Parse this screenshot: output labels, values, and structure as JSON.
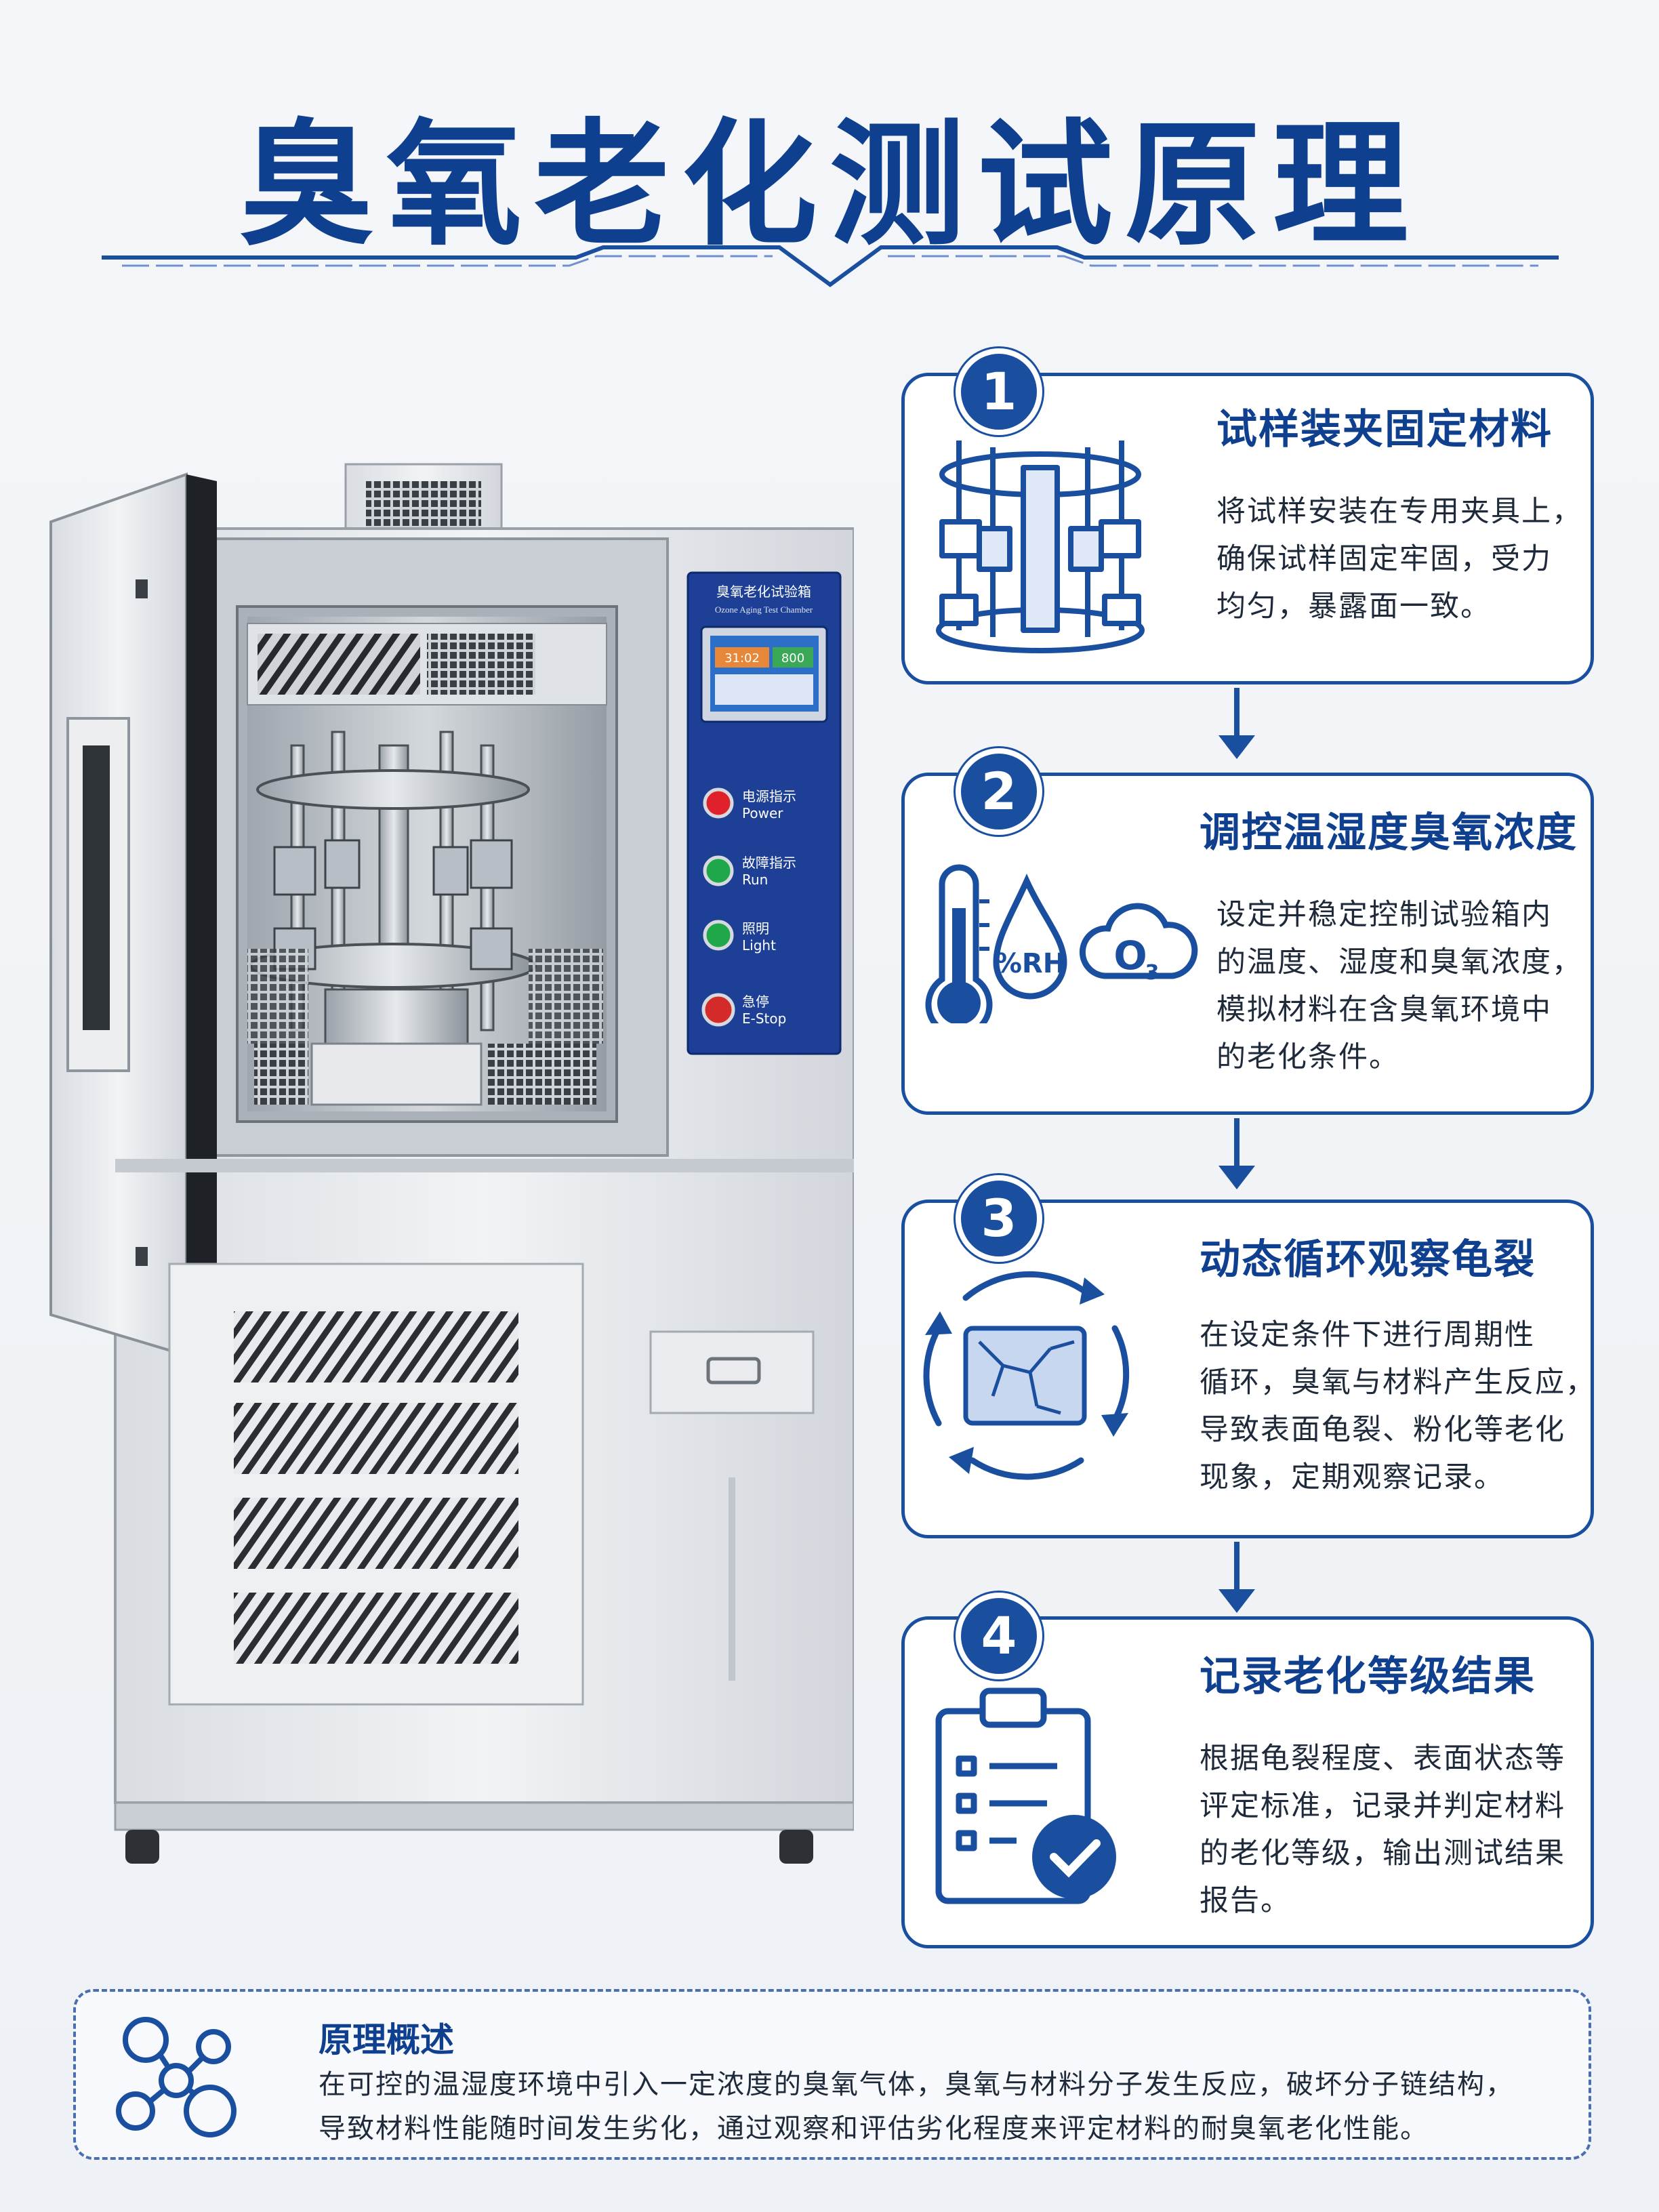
{
  "title": "臭氧老化测试原理",
  "machine": {
    "panel_title_cn": "臭氧老化试验箱",
    "panel_title_en": "Ozone Aging Test Chamber",
    "screen_readout_1": "31:02",
    "screen_readout_2": "800",
    "lights": [
      {
        "cn": "电源指示",
        "en": "Power",
        "color": "#e0202a"
      },
      {
        "cn": "故障指示",
        "en": "Run",
        "color": "#1fa84a"
      },
      {
        "cn": "照明",
        "en": "Light",
        "color": "#1fa84a"
      },
      {
        "cn": "急停",
        "en": "E-Stop",
        "color": "#d42a2a"
      }
    ]
  },
  "steps": [
    {
      "number": "1",
      "title": "试样装夹固定材料",
      "desc": [
        "将试样安装在专用夹具上，",
        "确保试样固定牢固，受力",
        "均匀，暴露面一致。"
      ],
      "icon": "specimen-fixture-icon"
    },
    {
      "number": "2",
      "title": "调控温湿度臭氧浓度",
      "desc": [
        "设定并稳定控制试验箱内",
        "的温度、湿度和臭氧浓度，",
        "模拟材料在含臭氧环境中",
        "的老化条件。"
      ],
      "icon": "thermometer-humidity-ozone-icon",
      "humidity_label": "%RH",
      "ozone_label": "O",
      "ozone_sub": "3"
    },
    {
      "number": "3",
      "title": "动态循环观察龟裂",
      "desc": [
        "在设定条件下进行周期性",
        "循环，臭氧与材料产生反应，",
        "导致表面龟裂、粉化等老化",
        "现象，定期观察记录。"
      ],
      "icon": "cycle-crack-icon"
    },
    {
      "number": "4",
      "title": "记录老化等级结果",
      "desc": [
        "根据龟裂程度、表面状态等",
        "评定标准，记录并判定材料",
        "的老化等级，输出测试结果",
        "报告。"
      ],
      "icon": "clipboard-check-icon"
    }
  ],
  "summary": {
    "title": "原理概述",
    "lines": [
      "在可控的温湿度环境中引入一定浓度的臭氧气体，臭氧与材料分子发生反应，破坏分子链结构，",
      "导致材料性能随时间发生劣化，通过观察和评估劣化程度来评定材料的耐臭氧老化性能。"
    ],
    "icon": "molecule-icon"
  },
  "colors": {
    "primary": "#1a4fa0",
    "title": "#0f3f8f",
    "panel": "#1d3f96"
  }
}
